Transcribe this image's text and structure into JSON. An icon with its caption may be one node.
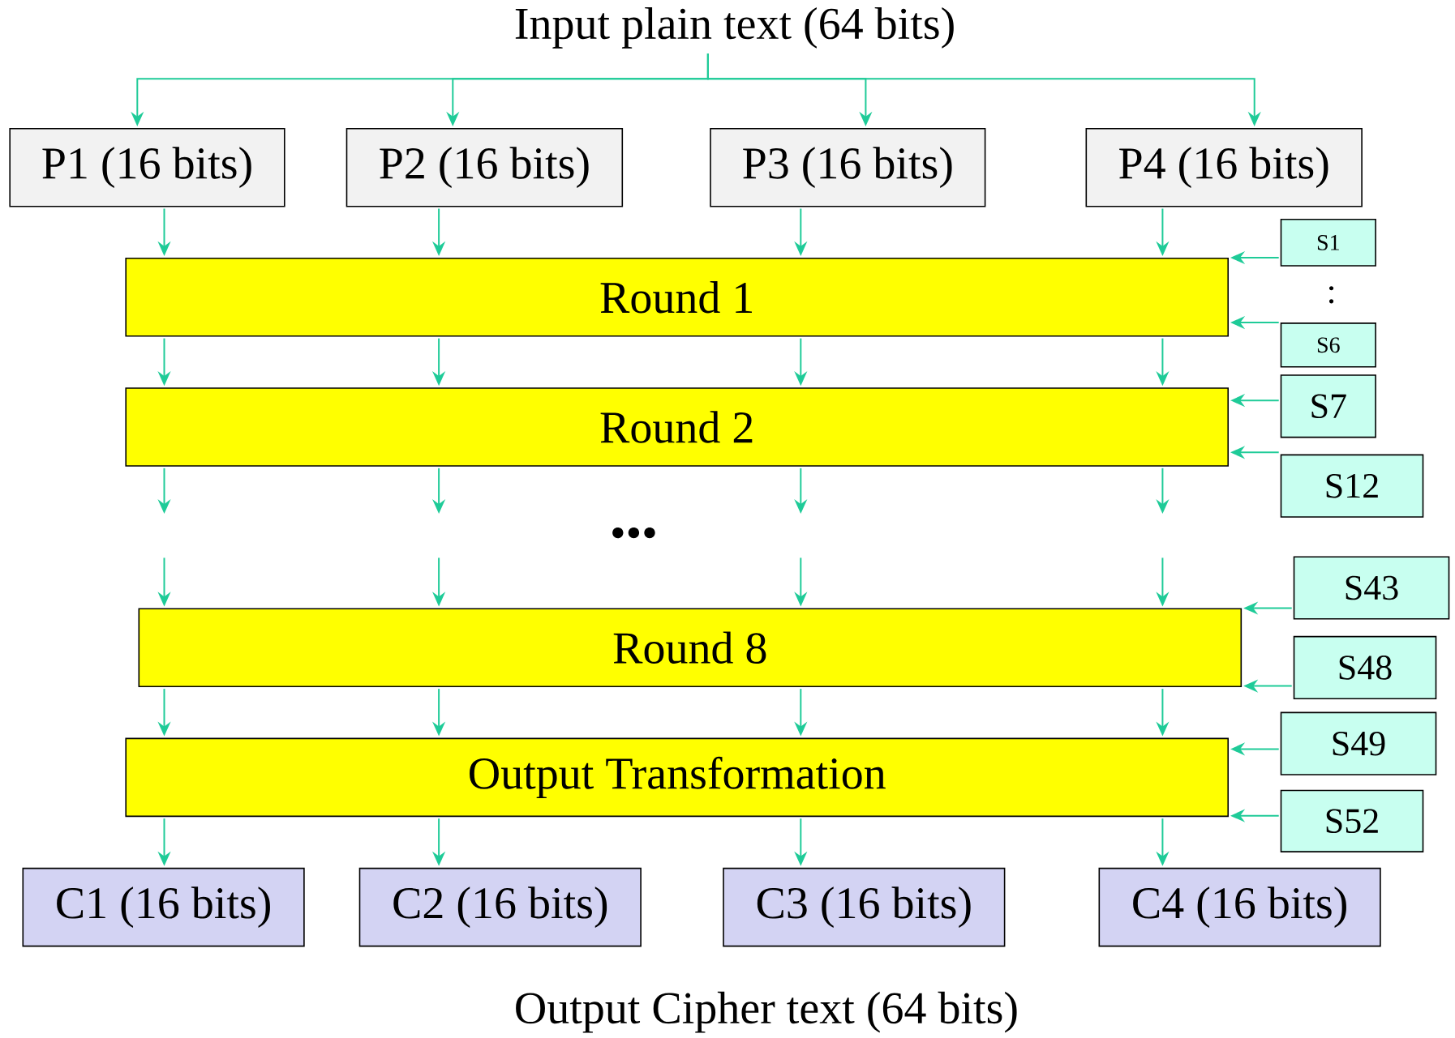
{
  "diagram": {
    "nodes": [
      {
        "text": [
          "Input plain text (64 bits)"
        ]
      },
      {
        "text": [
          "P1 (16 bits)"
        ]
      },
      {
        "text": [
          "P2 (16 bits)"
        ]
      },
      {
        "text": [
          "P3 (16 bits)"
        ]
      },
      {
        "text": [
          "P4 (16 bits)"
        ]
      },
      {
        "text": [
          "Round 1"
        ]
      },
      {
        "text": [
          "Round 2"
        ]
      },
      {
        "text": [
          "Round 8"
        ]
      },
      {
        "text": [
          "Output Transformation"
        ]
      },
      {
        "text": [
          "C1 (16 bits)"
        ]
      },
      {
        "text": [
          "C2 (16 bits)"
        ]
      },
      {
        "text": [
          "C3 (16 bits)"
        ]
      },
      {
        "text": [
          "C4 (16 bits)"
        ]
      },
      {
        "text": [
          "S1"
        ]
      },
      {
        "text": [
          "S6"
        ]
      },
      {
        "text": [
          "S7"
        ]
      },
      {
        "text": [
          "S12"
        ]
      },
      {
        "text": [
          "S43"
        ]
      },
      {
        "text": [
          "S48"
        ]
      },
      {
        "text": [
          "S49"
        ]
      },
      {
        "text": [
          "S52"
        ]
      }
    ],
    "edges": [
      {
        "from": 0,
        "to": 1,
        "arrow": "to"
      },
      {
        "from": 0,
        "to": 2,
        "arrow": "to"
      },
      {
        "from": 0,
        "to": 3,
        "arrow": "to"
      },
      {
        "from": 0,
        "to": 4,
        "arrow": "to"
      },
      {
        "from": 1,
        "to": 5,
        "arrow": "to"
      },
      {
        "from": 2,
        "to": 5,
        "arrow": "to"
      },
      {
        "from": 3,
        "to": 5,
        "arrow": "to"
      },
      {
        "from": 4,
        "to": 5,
        "arrow": "to"
      },
      {
        "from": 5,
        "to": 6,
        "arrow": "to"
      },
      {
        "from": 5,
        "to": 6,
        "arrow": "to"
      },
      {
        "from": 5,
        "to": 6,
        "arrow": "to"
      },
      {
        "from": 5,
        "to": 6,
        "arrow": "to"
      },
      {
        "from": 6,
        "to": null,
        "arrow": "to"
      },
      {
        "from": 6,
        "to": null,
        "arrow": "to"
      },
      {
        "from": 6,
        "to": null,
        "arrow": "to"
      },
      {
        "from": 6,
        "to": null,
        "arrow": "to"
      },
      {
        "from": null,
        "to": 7,
        "arrow": "to"
      },
      {
        "from": null,
        "to": 7,
        "arrow": "to"
      },
      {
        "from": null,
        "to": 7,
        "arrow": "to"
      },
      {
        "from": null,
        "to": 7,
        "arrow": "to"
      },
      {
        "from": 7,
        "to": 8,
        "arrow": "to"
      },
      {
        "from": 7,
        "to": 8,
        "arrow": "to"
      },
      {
        "from": 7,
        "to": 8,
        "arrow": "to"
      },
      {
        "from": 7,
        "to": 8,
        "arrow": "to"
      },
      {
        "from": 8,
        "to": 9,
        "arrow": "to"
      },
      {
        "from": 8,
        "to": 10,
        "arrow": "to"
      },
      {
        "from": 8,
        "to": 11,
        "arrow": "to"
      },
      {
        "from": 8,
        "to": 12,
        "arrow": "to"
      },
      {
        "from": 13,
        "to": 5,
        "arrow": "to"
      },
      {
        "from": 14,
        "to": 5,
        "arrow": "to"
      },
      {
        "from": 15,
        "to": 6,
        "arrow": "to"
      },
      {
        "from": 16,
        "to": 6,
        "arrow": "to"
      },
      {
        "from": 17,
        "to": 7,
        "arrow": "to"
      },
      {
        "from": 18,
        "to": 7,
        "arrow": "to"
      },
      {
        "from": 19,
        "to": 8,
        "arrow": "to"
      },
      {
        "from": 20,
        "to": 8,
        "arrow": "to"
      }
    ],
    "labels": [
      ":",
      "•••",
      "Output Cipher text (64 bits)"
    ]
  }
}
